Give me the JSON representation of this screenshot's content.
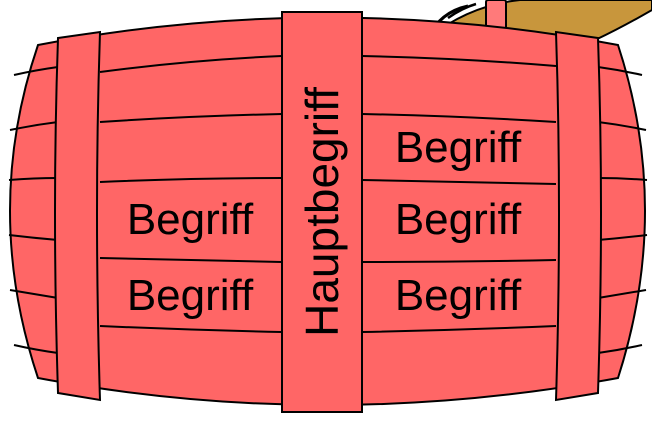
{
  "colors": {
    "barrel_fill": "#ff6666",
    "outline": "#000000",
    "tap_fill": "#c8963c",
    "pin_fill": "#ff7a7a"
  },
  "labels": {
    "main_term": "Hauptbegriff",
    "left": [
      "Begriff",
      "Begriff"
    ],
    "right": [
      "Begriff",
      "Begriff",
      "Begriff"
    ]
  }
}
